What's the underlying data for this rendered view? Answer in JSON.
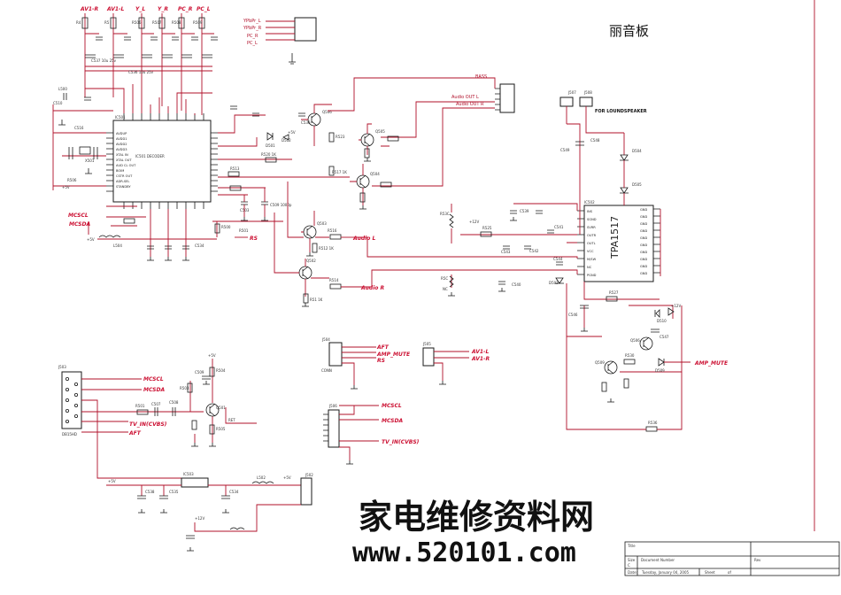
{
  "title": "丽音板",
  "watermark": {
    "line1": "家电维修资料网",
    "line2": "www.520101.com"
  },
  "ic_main": {
    "name": "TPA1517",
    "ref": "IC502"
  },
  "ic_decoder": {
    "ref": "IC501"
  },
  "speaker_label": "FOR LOUNDSPEAKER",
  "top_nets": [
    "AV1-R",
    "AV1-L",
    "Y_L",
    "Y_R",
    "PC_R",
    "PC_L"
  ],
  "top_connector": [
    "YPbPr_L",
    "YPbPr_R",
    "PC_R",
    "PC_L"
  ],
  "net_labels": {
    "mcscl": "MCSCL",
    "mcsda": "MCSDA",
    "audio_l": "Audio L",
    "audio_r": "Audio R",
    "rs": "RS",
    "tv_in": "TV_IN(CVBS)",
    "aft": "AFT",
    "amp_mute": "AMP_MUTE",
    "av1_l": "AV1-L",
    "av1_r": "AV1-R",
    "bass": "BASS",
    "audio_out_l": "Audio OUT L",
    "audio_out_r": "Audio OUT R"
  },
  "lower_block": {
    "mcscl": "MCSCL",
    "mcsda": "MCSDA",
    "tv_in": "TV_IN(CVBS)",
    "aft": "AFT"
  },
  "right_block": {
    "aft": "AFT",
    "amp_mute": "AMP_MUTE",
    "rs": "RS"
  },
  "ic_right_pins": [
    "GND",
    "GND",
    "GND",
    "GND",
    "GND",
    "GND",
    "GND",
    "GND",
    "GND",
    "GND"
  ],
  "ic_left_pins": [
    "INS",
    "SGND",
    "SVRR",
    "OUTR",
    "OUTL",
    "VCC",
    "M/SW",
    "NC",
    "PGND"
  ],
  "decoder_pins": [
    "AVDUP",
    "AVDD1",
    "AVDD2",
    "AVDD3",
    "XTAL IN",
    "XTAL OUT",
    "AUD CL OUT",
    "BOIM",
    "CSTR OUT",
    "ADR-SEL",
    "STANDBY"
  ],
  "connector_ref": "DB15HD",
  "title_block": {
    "title_label": "Title",
    "size_label": "Size",
    "size": "C",
    "docnum_label": "Document Number",
    "date_label": "Date:",
    "date": "Tuesday, January 04, 2005",
    "sheet_label": "Sheet",
    "rev_label": "Rev",
    "of": "of"
  }
}
